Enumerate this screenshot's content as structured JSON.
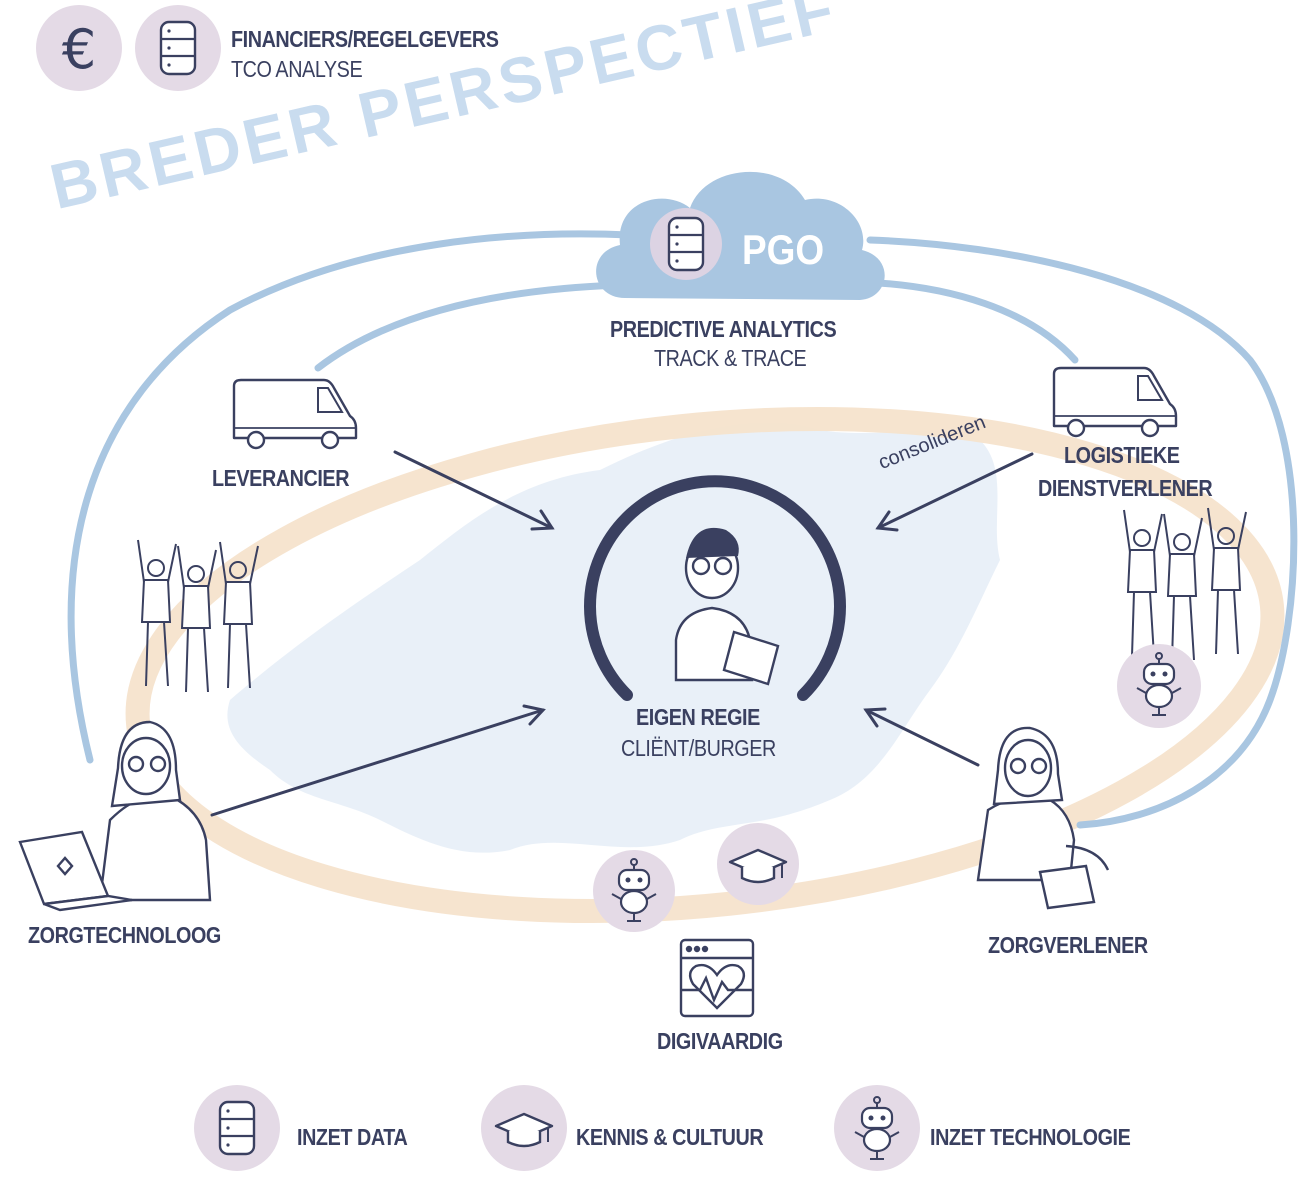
{
  "header": {
    "title": "FINANCIERS/REGELGEVERS",
    "subtitle": "TCO ANALYSE"
  },
  "watermark": "BREDER PERSPECTIEF",
  "cloud": {
    "label": "PGO",
    "title": "PREDICTIVE ANALYTICS",
    "subtitle": "TRACK & TRACE"
  },
  "center": {
    "title": "EIGEN REGIE",
    "subtitle": "CLIËNT/BURGER"
  },
  "actors": {
    "leverancier": "LEVERANCIER",
    "logistiek_line1": "LOGISTIEKE",
    "logistiek_line2": "DIENSTVERLENER",
    "consolideren": "consolideren",
    "zorgtechnoloog": "ZORGTECHNOLOOG",
    "zorgverlener": "ZORGVERLENER",
    "digivaardig": "DIGIVAARDIG"
  },
  "legend": [
    {
      "label": "INZET DATA",
      "icon": "database-icon"
    },
    {
      "label": "KENNIS & CULTUUR",
      "icon": "graduation-cap-icon"
    },
    {
      "label": "INZET TECHNOLOGIE",
      "icon": "robot-icon"
    }
  ],
  "colors": {
    "loop_blue": "#a9c6e1",
    "orange_ring": "#f6e3cc",
    "dark_navy": "#3a4060",
    "badge_purple": "#e4dae6",
    "map_fill": "#e7eef7"
  }
}
